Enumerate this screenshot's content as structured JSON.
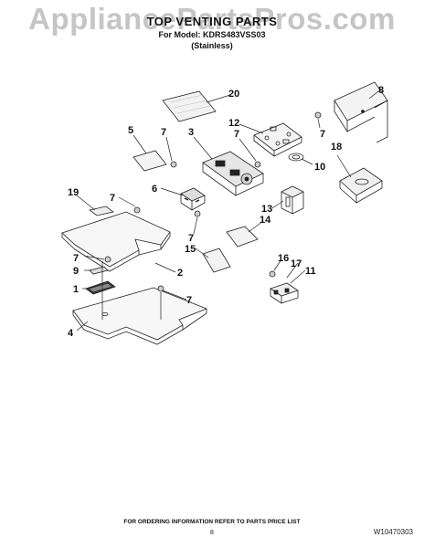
{
  "watermark": "AppliancePartsPros.com",
  "header": {
    "title": "TOP VENTING PARTS",
    "model_line": "For Model: KDRS483VSS03",
    "finish": "(Stainless)"
  },
  "callouts": [
    "20",
    "8",
    "12",
    "5",
    "7",
    "3",
    "7",
    "7",
    "18",
    "10",
    "19",
    "7",
    "6",
    "13",
    "14",
    "7",
    "15",
    "7",
    "2",
    "16",
    "17",
    "11",
    "9",
    "1",
    "7",
    "4"
  ],
  "footer": {
    "note": "FOR ORDERING INFORMATION REFER TO PARTS PRICE LIST",
    "page": "8",
    "doc_code": "W10470303"
  }
}
